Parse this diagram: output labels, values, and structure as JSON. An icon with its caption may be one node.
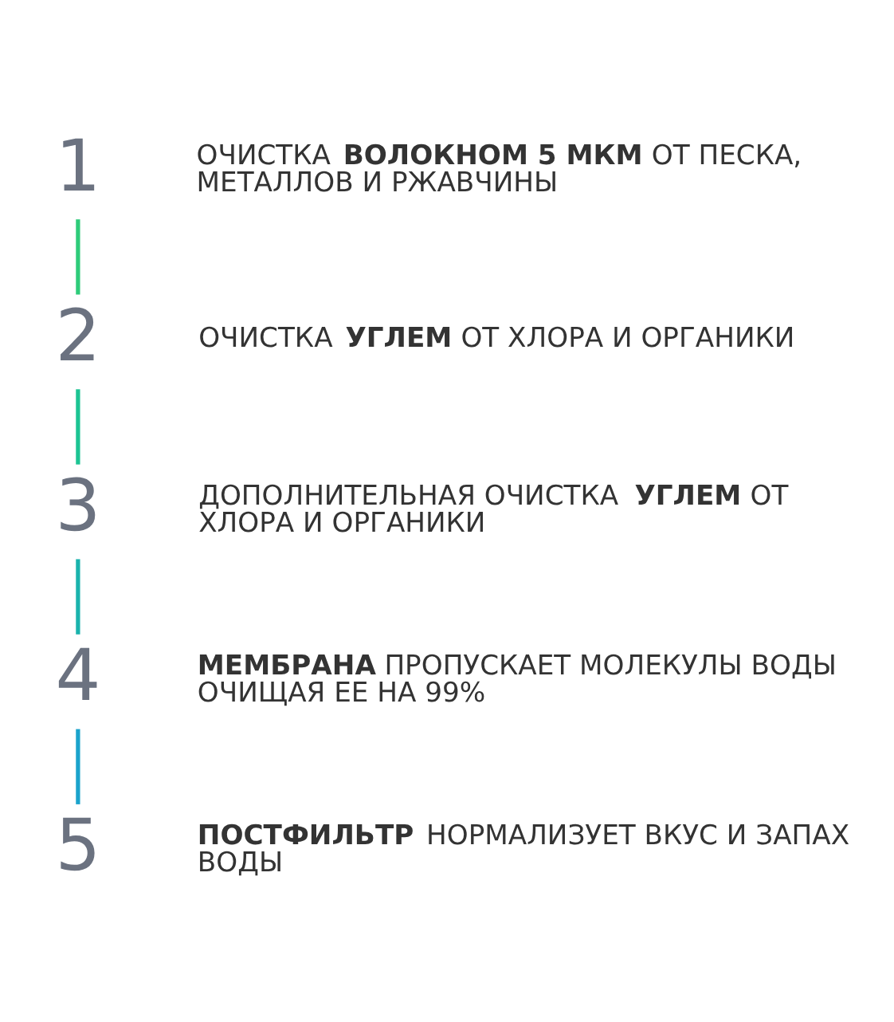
{
  "diagram": {
    "nodes": [
      {
        "text": [
          "1"
        ],
        "beside": [
          "ОЧИСТКА **ВОЛОКНОМ 5 МКМ** ОТ ПЕСКА, МЕТАЛЛОВ И РЖАВЧИНЫ"
        ]
      },
      {
        "text": [
          "2"
        ],
        "beside": [
          "ОЧИСТКА **УГЛЕМ** ОТ ХЛОРА И ОРГАНИКИ"
        ]
      },
      {
        "text": [
          "3"
        ],
        "beside": [
          "ДОПОЛНИТЕЛЬНАЯ ОЧИСТКА **УГЛЕМ** ОТ ХЛОРА И ОРГАНИКИ"
        ]
      },
      {
        "text": [
          "4"
        ],
        "beside": [
          "**МЕМБРАНА** ПРОПУСКАЕТ МОЛЕКУЛЫ ВОДЫ ОЧИЩАЯ ЕЕ НА 99%"
        ]
      },
      {
        "text": [
          "5"
        ],
        "beside": [
          "**ПОСТФИЛЬТР** НОРМАЛИЗУЕТ ВКУС И ЗАПАХ ВОДЫ"
        ]
      }
    ],
    "edges": [
      {
        "from": 0,
        "to": 1,
        "arrow": "none",
        "color": "#2ecc7a"
      },
      {
        "from": 1,
        "to": 2,
        "arrow": "none",
        "color": "#1cc493"
      },
      {
        "from": 2,
        "to": 3,
        "arrow": "none",
        "color": "#1ab3ad"
      },
      {
        "from": 3,
        "to": 4,
        "arrow": "none",
        "color": "#1ba3cc"
      }
    ]
  }
}
